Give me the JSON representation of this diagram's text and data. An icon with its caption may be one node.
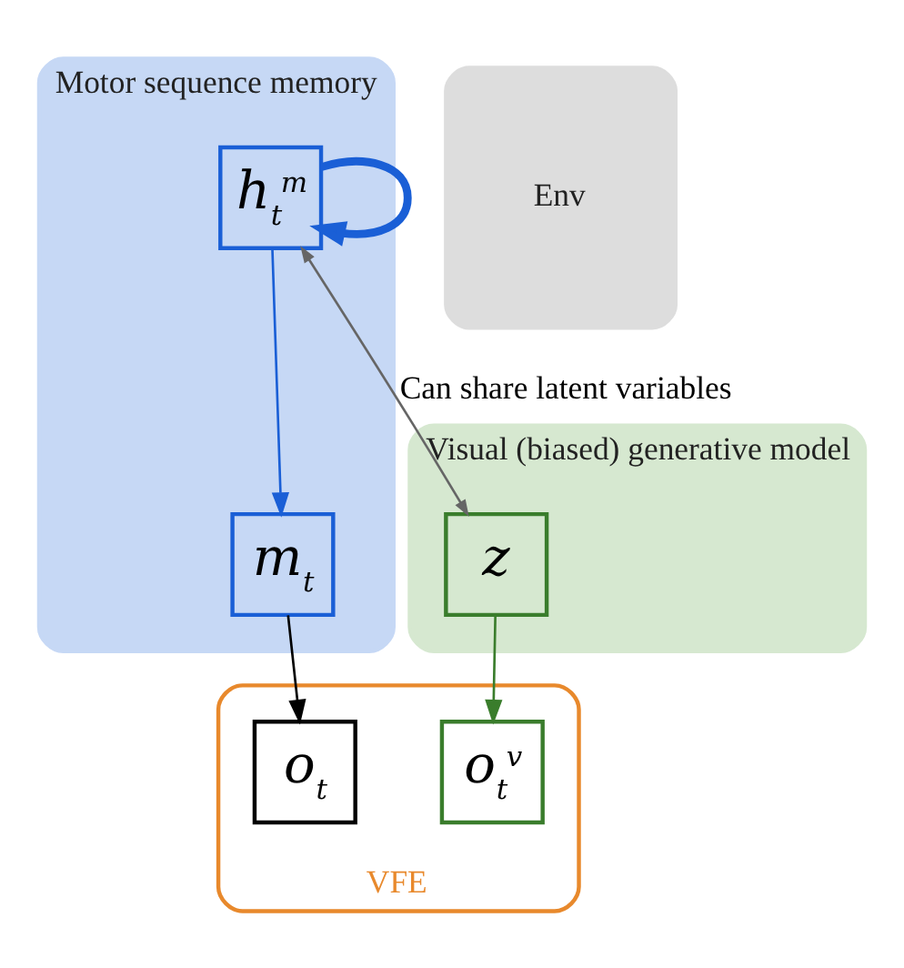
{
  "diagram": {
    "nodes": [
      {
        "text": [
          "Motor sequence memory"
        ]
      },
      {
        "text": [
          "h$_{t}$$^{m}$"
        ],
        "in": 0
      },
      {
        "text": [
          "m$_{t}$"
        ],
        "in": 0
      },
      {
        "text": [
          "Env"
        ]
      },
      {
        "text": [
          "Visual (biased) generative model"
        ]
      },
      {
        "text": [
          "z"
        ],
        "in": 4
      },
      {
        "text": [
          "VFE"
        ]
      },
      {
        "text": [
          "o$_{t}$"
        ],
        "in": 6
      },
      {
        "text": [
          "o$_{t}$$^{v}$"
        ],
        "in": 6
      }
    ],
    "edges": [
      {
        "from": 1,
        "to": 1,
        "arrow": "to",
        "color": "#1a5fd6",
        "style": "thick"
      },
      {
        "from": 1,
        "to": 5,
        "arrow": "both",
        "label": "Can share latent variables",
        "color": "#666666"
      },
      {
        "from": 1,
        "to": 2,
        "arrow": "to",
        "color": "#1a5fd6"
      },
      {
        "from": 2,
        "to": 7,
        "arrow": "to",
        "color": "#000000"
      },
      {
        "from": 5,
        "to": 8,
        "arrow": "to",
        "color": "#3a7d2c"
      }
    ]
  }
}
